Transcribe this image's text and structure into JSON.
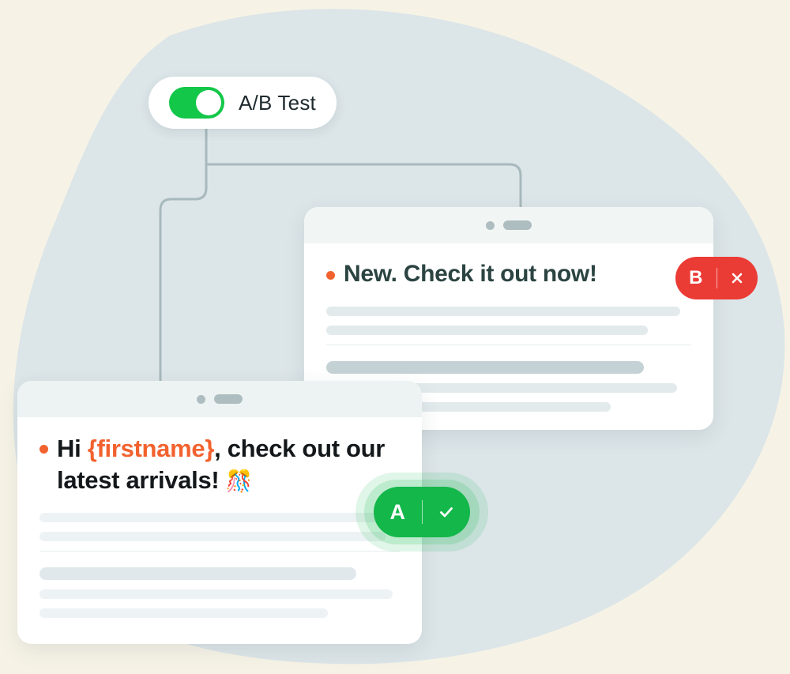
{
  "page": {
    "background_color": "#F6F3E6",
    "blob_color": "#DCE5E8"
  },
  "toggle": {
    "label": "A/B Test",
    "state": "on",
    "track_color": "#13C749",
    "knob_color": "#FFFFFF"
  },
  "variant_b_card": {
    "header": {
      "dot": "window-dot",
      "pill": "window-pill"
    },
    "headline": {
      "bullet_color": "#F2622E",
      "text": "New. Check it out now!",
      "text_color": "#2B4442"
    },
    "skeleton_rows": [
      {
        "width": "97%",
        "tone": "light"
      },
      {
        "width": "88%",
        "tone": "light"
      },
      {
        "divider": true
      },
      {
        "width": "87%",
        "tone": "strong"
      },
      {
        "width": "96%",
        "tone": "light"
      },
      {
        "width": "78%",
        "tone": "light"
      }
    ]
  },
  "variant_a_card": {
    "header": {
      "dot": "window-dot",
      "pill": "window-pill"
    },
    "headline": {
      "bullet_color": "#F2622E",
      "prefix": "Hi ",
      "token": "{firstname}",
      "token_color": "#F2622E",
      "suffix": ", check out our latest arrivals! ",
      "emoji": "🎊",
      "text_color": "#14181A"
    },
    "skeleton_rows": [
      {
        "width": "96%",
        "tone": "light"
      },
      {
        "width": "96%",
        "tone": "light"
      },
      {
        "divider": true
      },
      {
        "width": "88%",
        "tone": "strong"
      },
      {
        "width": "98%",
        "tone": "light"
      },
      {
        "width": "80%",
        "tone": "light"
      }
    ]
  },
  "badges": {
    "b": {
      "letter": "B",
      "action_icon": "close-icon",
      "action_glyph": "×",
      "color": "#EB3B35",
      "meaning": "losing-variant"
    },
    "a": {
      "letter": "A",
      "action_icon": "check-icon",
      "color": "#13B74A",
      "meaning": "winning-variant"
    }
  },
  "connector": {
    "color": "#A7B9BC",
    "description": "branching line from toggle to both variant cards"
  }
}
